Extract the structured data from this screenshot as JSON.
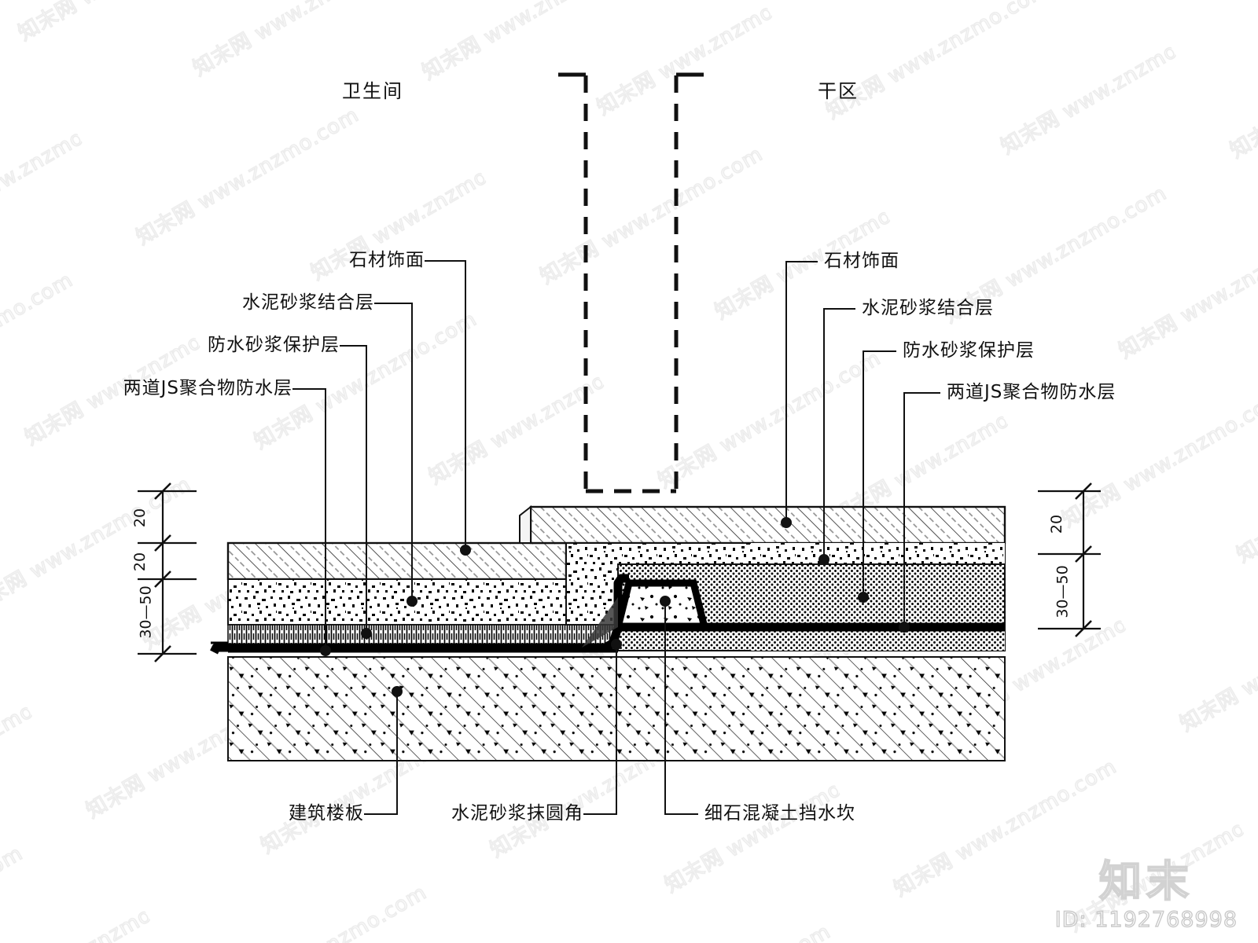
{
  "drawing": {
    "title_rooms": {
      "left": "卫生间",
      "right": "干区"
    },
    "left_callouts": [
      "石材饰面",
      "水泥砂浆结合层",
      "防水砂浆保护层",
      "两道JS聚合物防水层"
    ],
    "right_callouts": [
      "石材饰面",
      "水泥砂浆结合层",
      "防水砂浆保护层",
      "两道JS聚合物防水层"
    ],
    "bottom_callouts": [
      "建筑楼板",
      "水泥砂浆抹圆角",
      "细石混凝土挡水坎"
    ],
    "dimensions_left": [
      "20",
      "20",
      "30—50"
    ],
    "dimensions_right": [
      "20",
      "30—50"
    ],
    "colors": {
      "ink": "#111111",
      "membrane": "#000000",
      "paper": "#ffffff",
      "watermark": "#ececec"
    }
  },
  "watermark": {
    "tile_text": "知末网 www.znzmo.com",
    "brand": "知末",
    "id": "ID: 1192768998"
  }
}
